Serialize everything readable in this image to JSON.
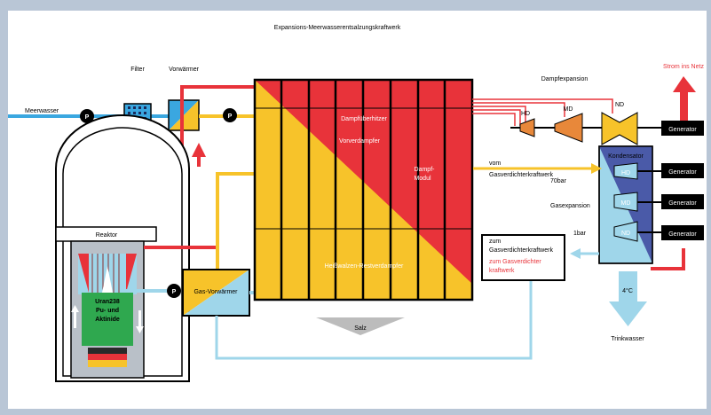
{
  "title": "Expansions-Meerwasserentsalzungskraftwerk",
  "labels": {
    "meerwasser": "Meerwasser",
    "filter": "Filter",
    "vorwaermer": "Vorwärmer",
    "reaktor": "Reaktor",
    "uran": "Uran238",
    "pu": "Pu- und",
    "aktinide": "Aktinide",
    "gas_vorwaermer": "Gas-Vorwärmer",
    "dampfueberhitzer": "Dampfüberhitzer",
    "vorverdampfer": "Vorverdampfer",
    "dampf": "Dampf-",
    "modul": "Modul",
    "restverdampfer": "Heißwalzen-Restverdampfer",
    "salz": "Salz",
    "dampfexpansion": "Dampfexpansion",
    "strom": "Strom ins Netz",
    "hd": "HD",
    "md": "MD",
    "nd": "ND",
    "generator": "Generator",
    "kondensator": "Kondensator",
    "vom": "vom",
    "gasverdichter": "Gasverdichterkraftwerk",
    "bar70": "70bar",
    "gasexpansion": "Gasexpansion",
    "bar1": "1bar",
    "zum_black_1": "zum",
    "zum_black_2": "Gasverdichterkraftwerk",
    "zum_red_1": "zum Gasverdichter",
    "zum_red_2": "kraftwerk",
    "temp": "4°C",
    "trinkwasser": "Trinkwasser",
    "pump": "P"
  },
  "colors": {
    "background": "#b9c6d6",
    "panel": "#ffffff",
    "red": "#e8333a",
    "yellow": "#f7c32a",
    "seawater": "#3aa7e0",
    "lightblue": "#9fd6ea",
    "orange": "#e8883a",
    "dark_blue": "#4a5aa8",
    "black": "#000000",
    "gray": "#bcbcbc"
  }
}
